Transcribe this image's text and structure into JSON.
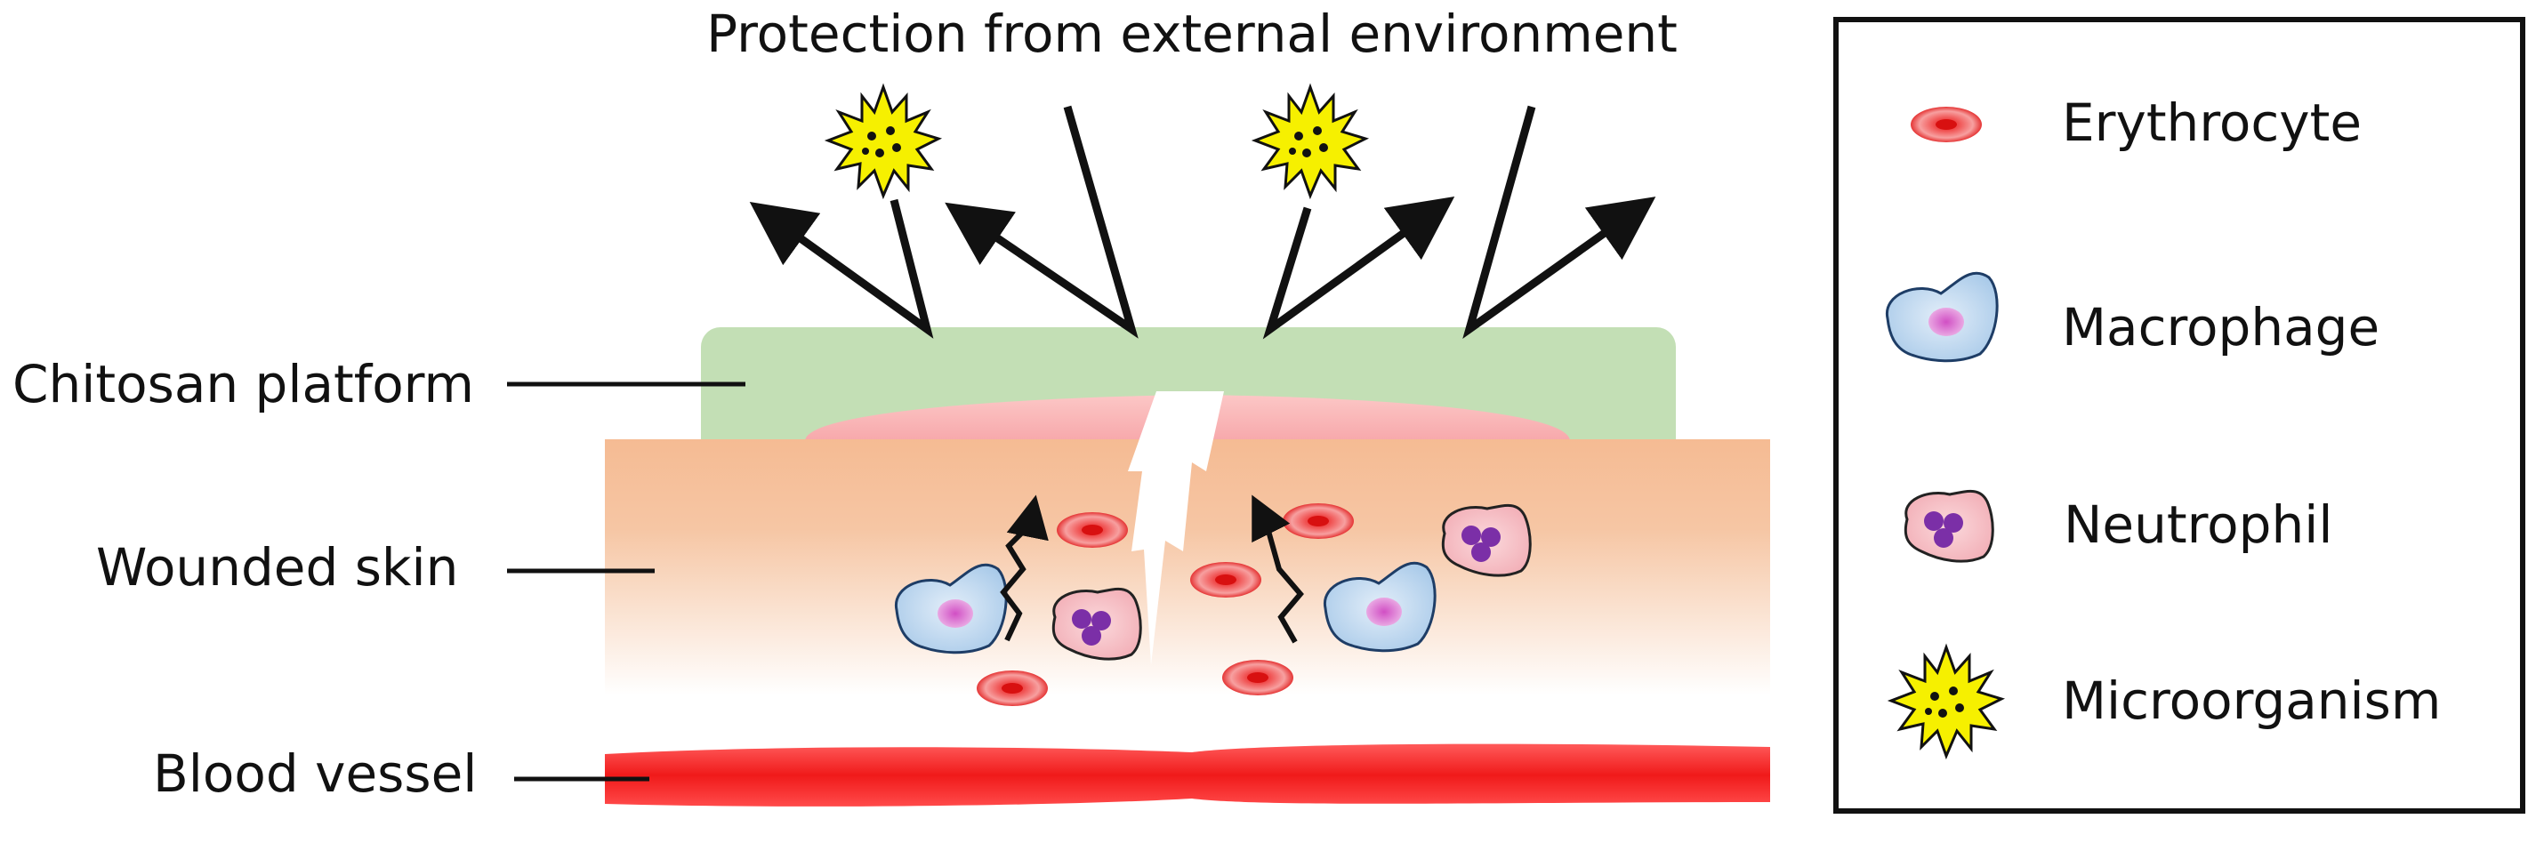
{
  "title": "Protection from external environment",
  "layer_labels": {
    "chitosan": "Chitosan platform",
    "skin": "Wounded skin",
    "vessel": "Blood vessel"
  },
  "legend": {
    "erythrocyte": "Erythrocyte",
    "macrophage": "Macrophage",
    "neutrophil": "Neutrophil",
    "microorganism": "Microorganism"
  },
  "icons": {
    "erythrocyte": "red-blood-cell-icon",
    "macrophage": "macrophage-cell-icon",
    "neutrophil": "neutrophil-cell-icon",
    "microorganism": "spiky-microbe-icon",
    "deflection": "deflected-arrow-icon",
    "migration": "wavy-arrow-icon",
    "wound": "lightning-crack-icon"
  },
  "colors": {
    "chitosan": "#c3dfb5",
    "wound_bed": "#f8b7b8",
    "skin_top": "#f5bf9a",
    "blood": "#f01818",
    "macrophage": "#c6def3",
    "neutrophil": "#f6c3c8",
    "nucleus": "#7b2fa7",
    "microbe": "#f5f000"
  }
}
